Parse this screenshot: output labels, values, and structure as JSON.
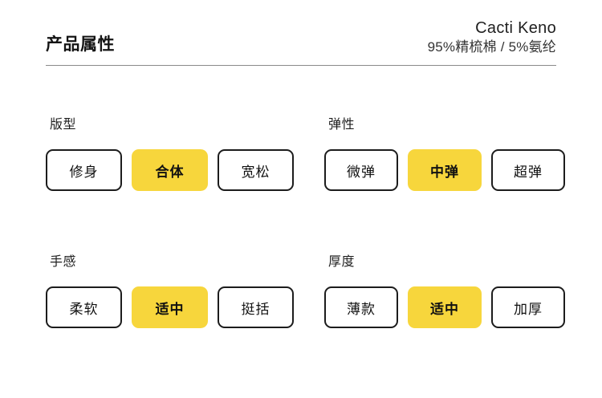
{
  "header": {
    "title": "产品属性",
    "brand_name": "Cacti Keno",
    "composition": "95%精梳棉 / 5%氨纶"
  },
  "colors": {
    "selected_background": "#F7D63C",
    "border": "#1C1C1C",
    "divider": "#8A8A8A",
    "background": "#FFFFFF",
    "text": "#111111"
  },
  "attributes": [
    {
      "label": "版型",
      "options": [
        {
          "label": "修身",
          "selected": false
        },
        {
          "label": "合体",
          "selected": true
        },
        {
          "label": "宽松",
          "selected": false
        }
      ]
    },
    {
      "label": "弹性",
      "options": [
        {
          "label": "微弹",
          "selected": false
        },
        {
          "label": "中弹",
          "selected": true
        },
        {
          "label": "超弹",
          "selected": false
        }
      ]
    },
    {
      "label": "手感",
      "options": [
        {
          "label": "柔软",
          "selected": false
        },
        {
          "label": "适中",
          "selected": true
        },
        {
          "label": "挺括",
          "selected": false
        }
      ]
    },
    {
      "label": "厚度",
      "options": [
        {
          "label": "薄款",
          "selected": false
        },
        {
          "label": "适中",
          "selected": true
        },
        {
          "label": "加厚",
          "selected": false
        }
      ]
    }
  ]
}
